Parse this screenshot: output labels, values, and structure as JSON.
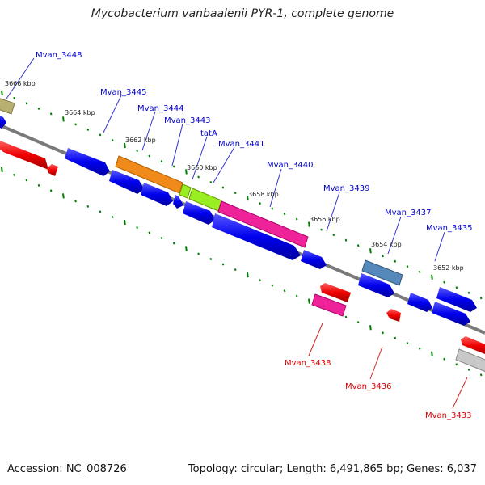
{
  "title": "Mycobacterium vanbaalenii PYR-1, complete genome",
  "footer": {
    "accession": "Accession: NC_008726",
    "summary": "Topology: circular; Length: 6,491,865 bp; Genes: 6,037"
  },
  "colors": {
    "backbone": "#808080",
    "forward_gene": "#0000ee",
    "reverse_gene": "#ee0000",
    "label_forward": "#0000cc",
    "label_reverse": "#dd0000",
    "tick": "#008000"
  },
  "ticks": [
    {
      "label": "3666 kbp"
    },
    {
      "label": "3664 kbp"
    },
    {
      "label": "3662 kbp"
    },
    {
      "label": "3660 kbp"
    },
    {
      "label": "3658 kbp"
    },
    {
      "label": "3656 kbp"
    },
    {
      "label": "3654 kbp"
    },
    {
      "label": "3652 kbp"
    }
  ],
  "gene_labels_forward": [
    {
      "name": "Mvan_3448"
    },
    {
      "name": "Mvan_3445"
    },
    {
      "name": "Mvan_3444"
    },
    {
      "name": "Mvan_3443"
    },
    {
      "name": "tatA"
    },
    {
      "name": "Mvan_3441"
    },
    {
      "name": "Mvan_3440"
    },
    {
      "name": "Mvan_3439"
    },
    {
      "name": "Mvan_3437"
    },
    {
      "name": "Mvan_3435"
    }
  ],
  "gene_labels_reverse": [
    {
      "name": "Mvan_3438"
    },
    {
      "name": "Mvan_3436"
    },
    {
      "name": "Mvan_3433"
    }
  ]
}
